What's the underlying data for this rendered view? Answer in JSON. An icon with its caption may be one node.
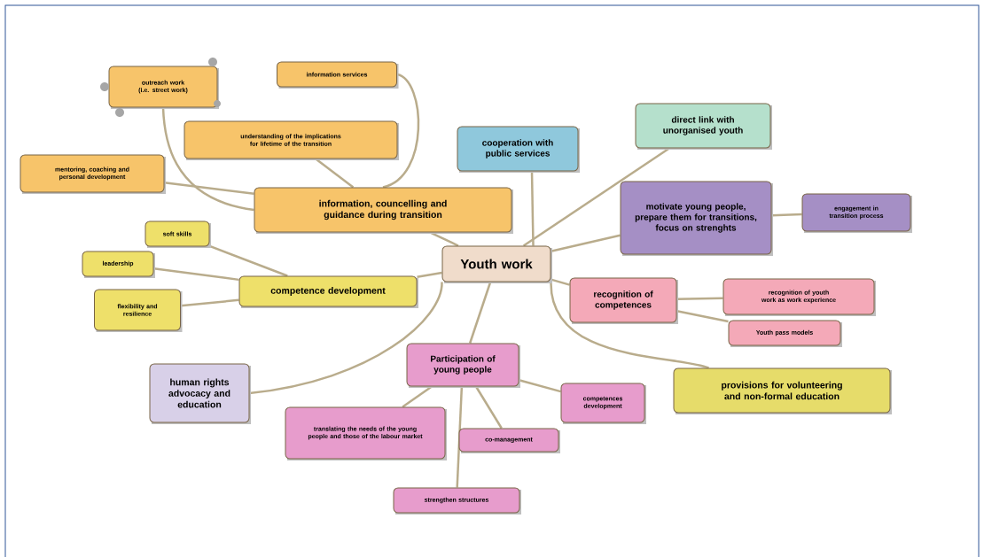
{
  "diagram": {
    "nodes": [
      {
        "text": [
          "Youth work"
        ]
      },
      {
        "text": [
          "information, councelling and guidance during transition"
        ]
      },
      {
        "text": [
          "outreach work (i.e. street work)"
        ]
      },
      {
        "text": [
          "information services"
        ]
      },
      {
        "text": [
          "understanding of the implications for lifetime of the transition"
        ]
      },
      {
        "text": [
          "mentoring, coaching and personal development"
        ]
      },
      {
        "text": [
          "cooperation with public services"
        ]
      },
      {
        "text": [
          "direct link with unorganised youth"
        ]
      },
      {
        "text": [
          "motivate young people, prepare them for transitions, focus on strenghts"
        ]
      },
      {
        "text": [
          "engagement in transition process"
        ]
      },
      {
        "text": [
          "competence development"
        ]
      },
      {
        "text": [
          "soft skills"
        ]
      },
      {
        "text": [
          "leadership"
        ]
      },
      {
        "text": [
          "flexibility and resilience"
        ]
      },
      {
        "text": [
          "human rights advocacy and education"
        ]
      },
      {
        "text": [
          "recognition of competences"
        ]
      },
      {
        "text": [
          "recognition of youth work as work experience"
        ]
      },
      {
        "text": [
          "Youth pass models"
        ]
      },
      {
        "text": [
          "provisions for volunteering and non-formal education"
        ]
      },
      {
        "text": [
          "Participation of young people"
        ]
      },
      {
        "text": [
          "translating the needs of the young people and those of the labour market"
        ]
      },
      {
        "text": [
          "co-management"
        ]
      },
      {
        "text": [
          "competences development"
        ]
      },
      {
        "text": [
          "strengthen structures"
        ]
      }
    ],
    "edges": [
      {
        "from": 0,
        "to": 1,
        "arrow": "none"
      },
      {
        "from": 1,
        "to": 2,
        "arrow": "none"
      },
      {
        "from": 1,
        "to": 3,
        "arrow": "none"
      },
      {
        "from": 1,
        "to": 4,
        "arrow": "none"
      },
      {
        "from": 1,
        "to": 5,
        "arrow": "none"
      },
      {
        "from": 0,
        "to": 6,
        "arrow": "none"
      },
      {
        "from": 0,
        "to": 7,
        "arrow": "none"
      },
      {
        "from": 0,
        "to": 8,
        "arrow": "none"
      },
      {
        "from": 8,
        "to": 9,
        "arrow": "none"
      },
      {
        "from": 0,
        "to": 10,
        "arrow": "none"
      },
      {
        "from": 10,
        "to": 11,
        "arrow": "none"
      },
      {
        "from": 10,
        "to": 12,
        "arrow": "none"
      },
      {
        "from": 10,
        "to": 13,
        "arrow": "none"
      },
      {
        "from": 0,
        "to": 14,
        "arrow": "none"
      },
      {
        "from": 0,
        "to": 15,
        "arrow": "none"
      },
      {
        "from": 15,
        "to": 16,
        "arrow": "none"
      },
      {
        "from": 15,
        "to": 17,
        "arrow": "none"
      },
      {
        "from": 0,
        "to": 18,
        "arrow": "none"
      },
      {
        "from": 0,
        "to": 19,
        "arrow": "none"
      },
      {
        "from": 19,
        "to": 20,
        "arrow": "none"
      },
      {
        "from": 19,
        "to": 21,
        "arrow": "none"
      },
      {
        "from": 19,
        "to": 22,
        "arrow": "none"
      },
      {
        "from": 19,
        "to": 23,
        "arrow": "none"
      }
    ]
  }
}
